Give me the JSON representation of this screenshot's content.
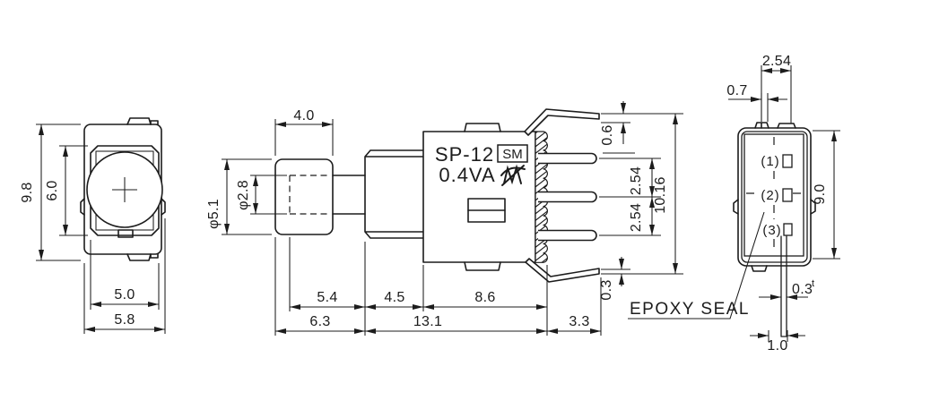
{
  "views": {
    "front": {
      "overall_height": "9.8",
      "opening_height": "6.0",
      "opening_width": "5.0",
      "overall_width": "5.8"
    },
    "side": {
      "cap_length": "4.0",
      "cap_diameter": "φ5.1",
      "stem_diameter": "φ2.8",
      "top_offset": "0.6",
      "pitch_upper": "2.54",
      "pitch_lower": "2.54",
      "terminal_span": "10.16",
      "bottom_offset": "0.3",
      "seg_cap": "5.4",
      "seg_bushing": "4.5",
      "seg_body": "8.6",
      "seg_front_total": "6.3",
      "seg_body_total": "13.1",
      "seg_terminal": "3.3",
      "model": "SP-12",
      "marking": "SM",
      "rating": "0.4VA"
    },
    "rear": {
      "pitch": "2.54",
      "slot_width": "0.7",
      "height": "9.0",
      "pin1": "(1)",
      "pin2": "(2)",
      "pin3": "(3)",
      "thickness": "0.3",
      "thickness_suffix": "t",
      "pin_width": "1.0",
      "epoxy_label": "EPOXY SEAL"
    }
  }
}
